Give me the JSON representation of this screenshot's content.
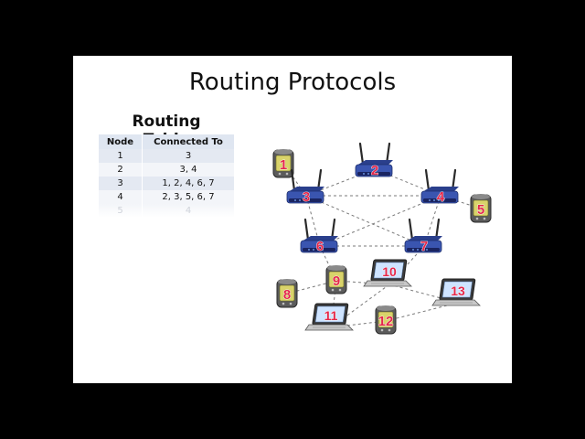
{
  "slide": {
    "title": "Routing Protocols"
  },
  "routing_table": {
    "title": "Routing Table",
    "headers": [
      "Node",
      "Connected To"
    ],
    "rows": [
      {
        "node": "1",
        "connected": "3"
      },
      {
        "node": "2",
        "connected": "3, 4"
      },
      {
        "node": "3",
        "connected": "1, 2, 4, 6, 7"
      },
      {
        "node": "4",
        "connected": "2, 3, 5, 6, 7"
      },
      {
        "node": "5",
        "connected": "4"
      }
    ]
  },
  "network": {
    "nodes": [
      {
        "id": "1",
        "kind": "pda-icon"
      },
      {
        "id": "2",
        "kind": "router-icon"
      },
      {
        "id": "3",
        "kind": "router-icon"
      },
      {
        "id": "4",
        "kind": "router-icon"
      },
      {
        "id": "5",
        "kind": "pda-icon"
      },
      {
        "id": "6",
        "kind": "router-icon"
      },
      {
        "id": "7",
        "kind": "router-icon"
      },
      {
        "id": "8",
        "kind": "pda-icon"
      },
      {
        "id": "9",
        "kind": "pda-icon"
      },
      {
        "id": "10",
        "kind": "laptop-icon"
      },
      {
        "id": "11",
        "kind": "laptop-icon"
      },
      {
        "id": "12",
        "kind": "pda-icon"
      },
      {
        "id": "13",
        "kind": "laptop-icon"
      }
    ],
    "links": [
      [
        "1",
        "3"
      ],
      [
        "2",
        "3"
      ],
      [
        "2",
        "4"
      ],
      [
        "3",
        "4"
      ],
      [
        "4",
        "5"
      ],
      [
        "3",
        "6"
      ],
      [
        "3",
        "7"
      ],
      [
        "4",
        "6"
      ],
      [
        "4",
        "7"
      ],
      [
        "6",
        "7"
      ],
      [
        "6",
        "9"
      ],
      [
        "7",
        "10"
      ],
      [
        "9",
        "10"
      ],
      [
        "9",
        "8"
      ],
      [
        "9",
        "11"
      ],
      [
        "10",
        "11"
      ],
      [
        "10",
        "13"
      ],
      [
        "11",
        "12"
      ],
      [
        "12",
        "13"
      ]
    ],
    "colors": {
      "router": "#3a55b0",
      "label": "#e4274a",
      "link": "#7a7a7a"
    }
  }
}
